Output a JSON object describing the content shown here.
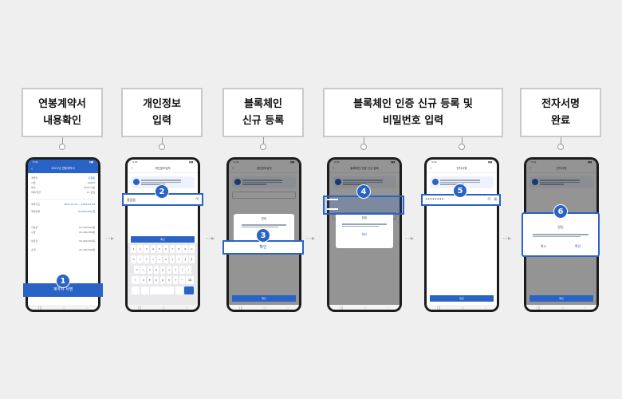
{
  "steps": [
    {
      "line1": "연봉계약서",
      "line2": "내용확인",
      "badge": "1"
    },
    {
      "line1": "개인정보",
      "line2": "입력",
      "badge": "2"
    },
    {
      "line1": "블록체인",
      "line2": "신규 등록",
      "badge": "3"
    },
    {
      "line1": "블록체인 인증 신규 등록 및",
      "line2": "비밀번호 입력",
      "badge": "4"
    },
    {
      "line1": "",
      "line2": "",
      "badge": "5"
    },
    {
      "line1": "전자서명",
      "line2": "완료",
      "badge": "6"
    }
  ],
  "phone1": {
    "title": "2021년 연봉계약서",
    "rows": [
      [
        "계약자",
        "홍길동"
      ],
      [
        "사번",
        "10000"
      ],
      [
        "부서",
        "0001 IT팀"
      ],
      [
        "직위/직급",
        "13 선임"
      ]
    ],
    "period_label": "계약기간",
    "period_value": "2021.03.01 ~ 2022.02.28",
    "salary_label": "계약금액",
    "salary_value": "50,000,000 원",
    "detail_rows": [
      [
        "기본급",
        "00,000,000원"
      ],
      [
        "수당",
        "00,000,000원"
      ],
      [
        "성과급",
        "00,000,000원"
      ],
      [
        "소계",
        "00,000,000원"
      ]
    ],
    "button": "계약서 서명"
  },
  "phone2": {
    "title": "개인정보입력",
    "field_value": "홍길동",
    "confirm": "확인",
    "key_rows": [
      [
        "1",
        "2",
        "3",
        "4",
        "5",
        "6",
        "7",
        "8",
        "9",
        "0"
      ],
      [
        "ㅂ",
        "ㅈ",
        "ㄷ",
        "ㄱ",
        "ㅅ",
        "ㅛ",
        "ㅕ",
        "ㅑ",
        "ㅐ",
        "ㅔ"
      ],
      [
        "ㅁ",
        "ㄴ",
        "ㅇ",
        "ㄹ",
        "ㅎ",
        "ㅗ",
        "ㅓ",
        "ㅏ",
        "ㅣ"
      ],
      [
        "ㅋ",
        "ㅌ",
        "ㅊ",
        "ㅍ",
        "ㅠ",
        "ㅜ",
        "ㅡ"
      ]
    ]
  },
  "phone3": {
    "title": "개인정보입력",
    "dialog_title": "알림",
    "dialog_button": "확인",
    "bottom_button": "확인"
  },
  "phone4": {
    "title": "블록체인 인증 신규 등록",
    "dialog_title": "알림",
    "dialog_button": "확인"
  },
  "phone5": {
    "title": "전자서명",
    "password_dots": "••••••••",
    "bottom_button": "완료"
  },
  "phone6": {
    "title": "전자서명",
    "dialog_title": "알림",
    "cancel": "취소",
    "confirm": "확인",
    "bottom_button": "확인"
  },
  "colors": {
    "accent": "#2a63c6",
    "border": "#c9c9c9",
    "background": "#efefef"
  }
}
